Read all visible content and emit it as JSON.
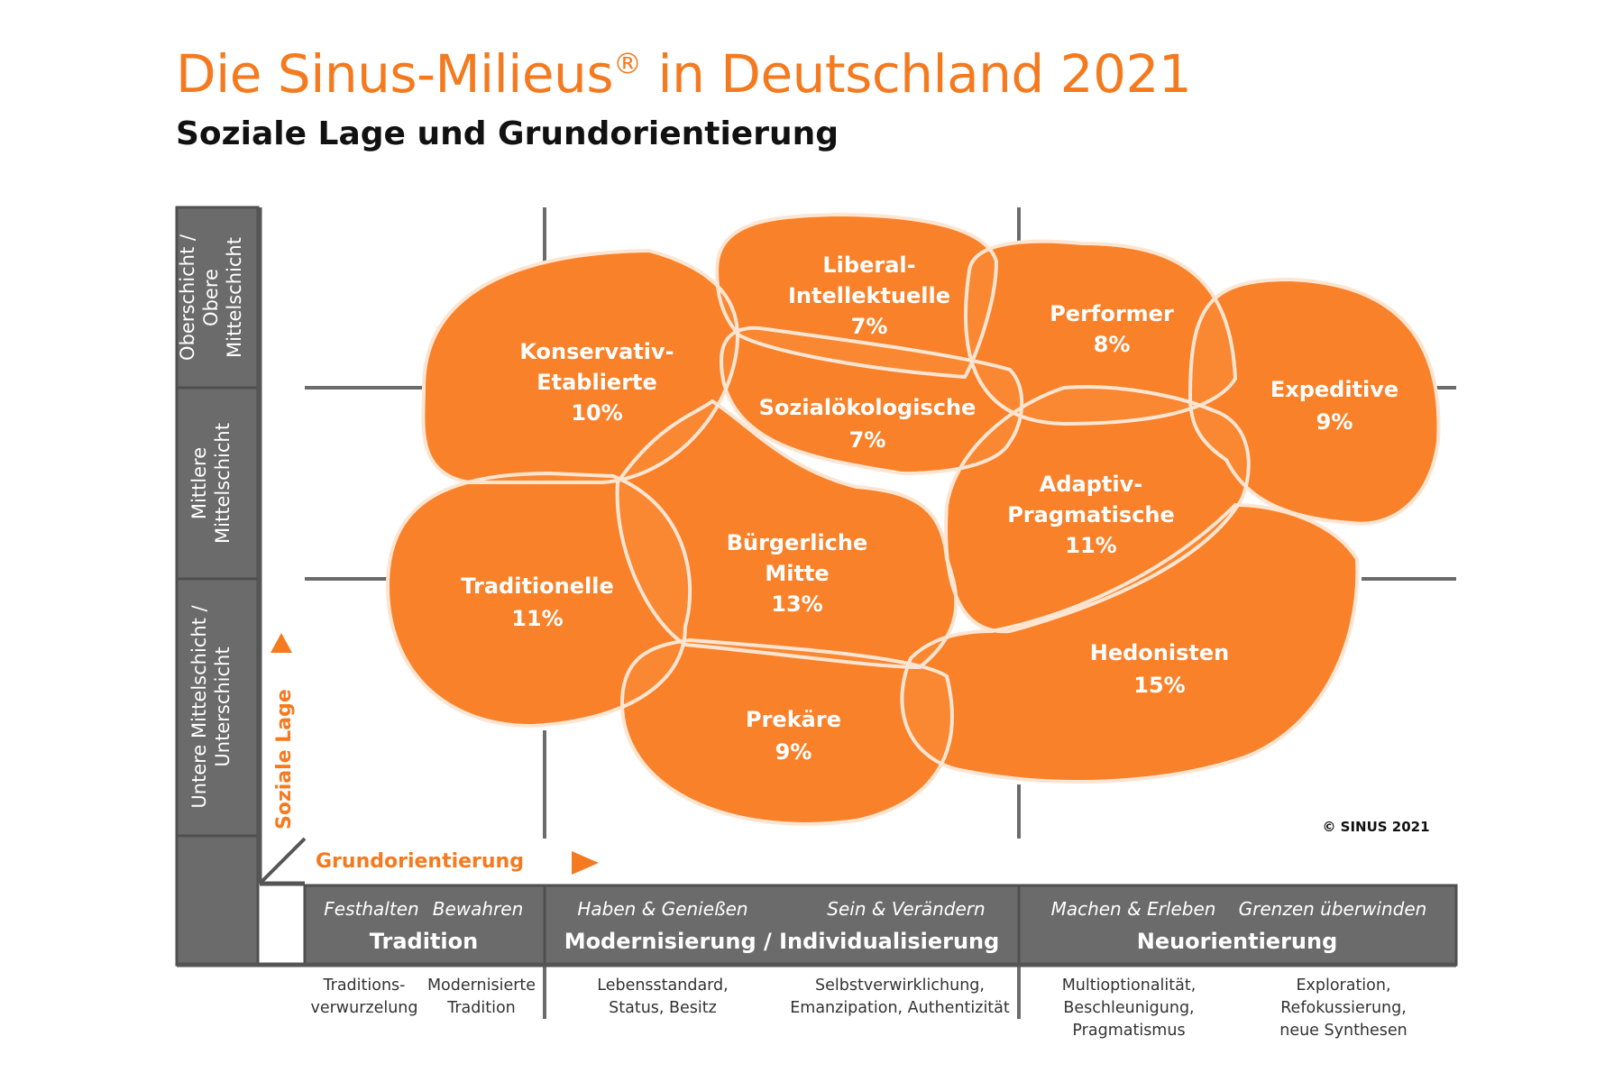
{
  "title": "Die Sinus-Milieus",
  "title_reg": "®",
  "title_rest": "in Deutschland 2021",
  "subtitle": "Soziale Lage und Grundorientierung",
  "colors": {
    "accent": "#f47a20",
    "milieu_fill": "#fb8a36",
    "overlap_fill": "#f06a0e",
    "outline": "#fde5d2",
    "axis_gray": "#6b6b6b"
  },
  "y_axis": {
    "label": "Soziale Lage",
    "levels": [
      {
        "lines": [
          "Oberschicht /",
          "Obere",
          "Mittelschicht"
        ]
      },
      {
        "lines": [
          "Mittlere",
          "Mittelschicht"
        ]
      },
      {
        "lines": [
          "Untere Mittelschicht /",
          "Unterschicht"
        ]
      }
    ]
  },
  "x_axis": {
    "label": "Grundorientierung",
    "bands": [
      {
        "title": "Tradition",
        "sub": [
          "Festhalten",
          "Bewahren"
        ],
        "desc": [
          [
            "Traditions-",
            "verwurzelung"
          ],
          [
            "Modernisierte",
            "Tradition"
          ]
        ]
      },
      {
        "title": "Modernisierung / Individualisierung",
        "sub": [
          "Haben & Genießen",
          "Sein & Verändern"
        ],
        "desc": [
          [
            "Lebensstandard,",
            "Status, Besitz"
          ],
          [
            "Selbstverwirklichung,",
            "Emanzipation, Authentizität"
          ]
        ]
      },
      {
        "title": "Neuorientierung",
        "sub": [
          "Machen & Erleben",
          "Grenzen überwinden"
        ],
        "desc": [
          [
            "Multioptionalität,",
            "Beschleunigung,",
            "Pragmatismus"
          ],
          [
            "Exploration,",
            "Refokussierung,",
            "neue Synthesen"
          ]
        ]
      }
    ]
  },
  "milieus": [
    {
      "name": [
        "Konservativ-",
        "Etablierte"
      ],
      "share": "10%"
    },
    {
      "name": [
        "Liberal-",
        "Intellektuelle"
      ],
      "share": "7%"
    },
    {
      "name": [
        "Performer"
      ],
      "share": "8%"
    },
    {
      "name": [
        "Expeditive"
      ],
      "share": "9%"
    },
    {
      "name": [
        "Sozialökologische"
      ],
      "share": "7%"
    },
    {
      "name": [
        "Adaptiv-",
        "Pragmatische"
      ],
      "share": "11%"
    },
    {
      "name": [
        "Traditionelle"
      ],
      "share": "11%"
    },
    {
      "name": [
        "Bürgerliche",
        "Mitte"
      ],
      "share": "13%"
    },
    {
      "name": [
        "Prekäre"
      ],
      "share": "9%"
    },
    {
      "name": [
        "Hedonisten"
      ],
      "share": "15%"
    }
  ],
  "copyright": "© SINUS 2021"
}
